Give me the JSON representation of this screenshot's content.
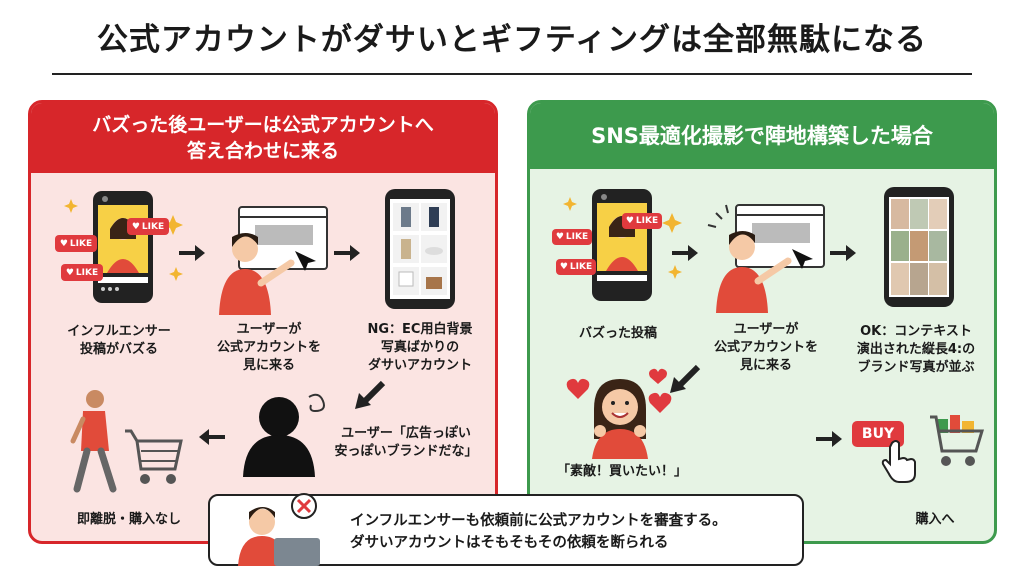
{
  "title": "公式アカウントがダサいとギフティングは全部無駄になる",
  "left_panel": {
    "header_line1": "バズった後ユーザーは公式アカウントへ",
    "header_line2": "答え合わせに来る",
    "like_badge": "LIKE",
    "step1_line1": "インフルエンサー",
    "step1_line2": "投稿がバズる",
    "step2_line1": "ユーザーが",
    "step2_line2": "公式アカウントを",
    "step2_line3": "見に来る",
    "step3_line1": "NG：EC用白背景",
    "step3_line2": "写真ばかりの",
    "step3_line3": "ダサいアカウント",
    "step4_line1": "ユーザー「広告っぽい",
    "step4_line2": "安っぽいブランドだな」",
    "step5": "即離脱・購入なし"
  },
  "right_panel": {
    "header": "SNS最適化撮影で陣地構築した場合",
    "like_badge": "LIKE",
    "step1": "バズった投稿",
    "step2_line1": "ユーザーが",
    "step2_line2": "公式アカウントを",
    "step2_line3": "見に来る",
    "step3_line1": "OK：コンテキスト",
    "step3_line2": "演出された縦長4:の",
    "step3_line3": "ブランド写真が並ぶ",
    "step4": "「素敵！買いたい！」",
    "buy_label": "BUY",
    "step5": "購入へ"
  },
  "bottom": {
    "line1": "インフルエンサーも依頼前に公式アカウントを審査する。",
    "line2": "ダサいアカウントはそもそもその依頼を断られる"
  },
  "colors": {
    "red": "#d7262a",
    "green": "#3d9a4d",
    "pink_bg": "#fbe4e2",
    "green_bg": "#e6f3e4"
  }
}
